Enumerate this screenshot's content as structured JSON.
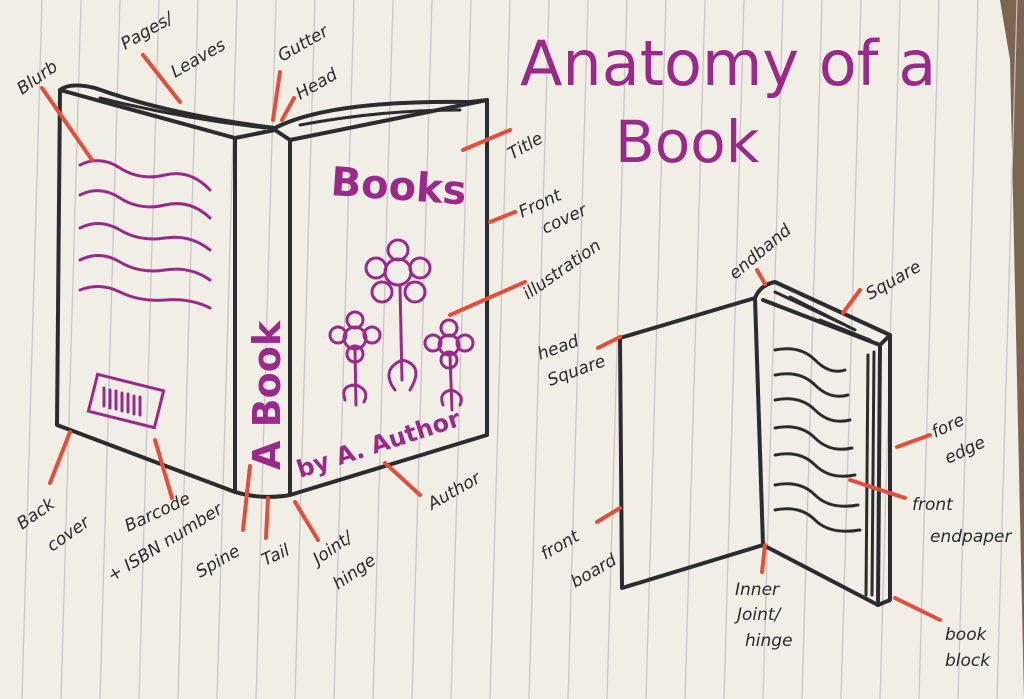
{
  "title": {
    "line1": "Anatomy of a",
    "line2": "Book"
  },
  "front_cover": {
    "title": "Books",
    "spine_text": "A Book",
    "author": "by A. Author"
  },
  "labels_left_book": {
    "blurb": "Blurb",
    "pages": "Pages/",
    "leaves": "Leaves",
    "gutter": "Gutter",
    "head": "Head",
    "title": "Title",
    "front_cover_1": "Front",
    "front_cover_2": "cover",
    "illustration": "illustration",
    "back_cover_1": "Back",
    "back_cover_2": "cover",
    "barcode_1": "Barcode",
    "barcode_2": "+ ISBN number",
    "spine": "Spine",
    "tail": "Tail",
    "joint_1": "Joint/",
    "joint_2": "hinge",
    "author": "Author"
  },
  "labels_right_book": {
    "endband": "endband",
    "square": "Square",
    "head_square_1": "head",
    "head_square_2": "Square",
    "fore_edge_1": "fore",
    "fore_edge_2": "edge",
    "front_endpaper_1": "front",
    "front_endpaper_2": "endpaper",
    "front_board_1": "front",
    "front_board_2": "board",
    "inner_joint_1": "Inner",
    "inner_joint_2": "Joint/",
    "inner_joint_3": "hinge",
    "book_block_1": "book",
    "book_block_2": "block"
  },
  "colors": {
    "paper": "#f1eee6",
    "pink_ink": "#9a2a8a",
    "red_ink": "#e0503c",
    "black_ink": "#2c2c30"
  }
}
